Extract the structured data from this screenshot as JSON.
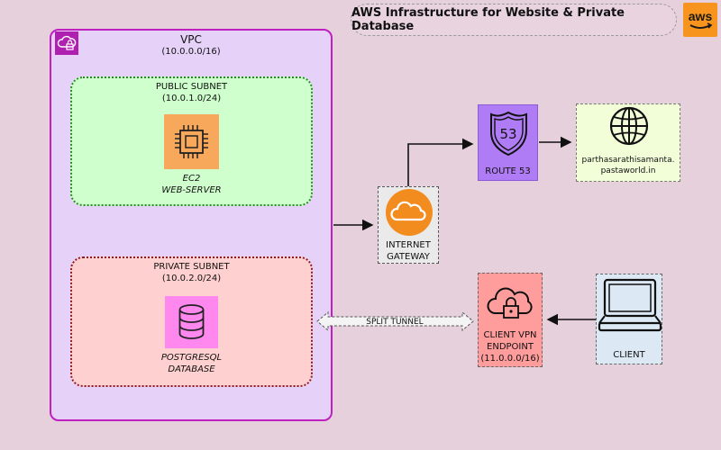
{
  "title": "AWS Infrastructure for Website & Private Database",
  "aws_logo": {
    "text": "aws",
    "color": "#f7941e"
  },
  "vpc": {
    "label": "VPC",
    "cidr": "(10.0.0.0/16)",
    "icon": "vpc-cloud-lock-icon",
    "border_color": "#c020c0"
  },
  "public_subnet": {
    "label": "PUBLIC SUBNET",
    "cidr": "(10.0.1.0/24)",
    "border_color": "#2a8a2a"
  },
  "private_subnet": {
    "label": "PRIVATE SUBNET",
    "cidr": "(10.0.2.0/24)",
    "border_color": "#8a1a2a"
  },
  "ec2": {
    "label": "EC2",
    "sublabel": "WEB-SERVER",
    "icon": "ec2-chip-icon",
    "color": "#f7a85a"
  },
  "database": {
    "label": "POSTGRESQL",
    "sublabel": "DATABASE",
    "icon": "database-icon",
    "color": "#ff88ee"
  },
  "internet_gateway": {
    "label": "INTERNET",
    "sublabel": "GATEWAY",
    "icon": "cloud-icon",
    "color": "#f28c1e"
  },
  "route53": {
    "label": "ROUTE 53",
    "shield_text": "53",
    "icon": "route53-shield-icon",
    "color": "#b07cf5"
  },
  "website": {
    "line1": "parthasarathisamanta.",
    "line2": "pastaworld.in",
    "icon": "globe-icon"
  },
  "client_vpn": {
    "label": "CLIENT VPN",
    "sublabel": "ENDPOINT",
    "cidr": "(11.0.0.0/16)",
    "icon": "cloud-lock-icon",
    "color": "#ff9c9c"
  },
  "client": {
    "label": "CLIENT",
    "icon": "laptop-icon"
  },
  "split_tunnel": {
    "label": "SPLIT TUNNEL"
  }
}
